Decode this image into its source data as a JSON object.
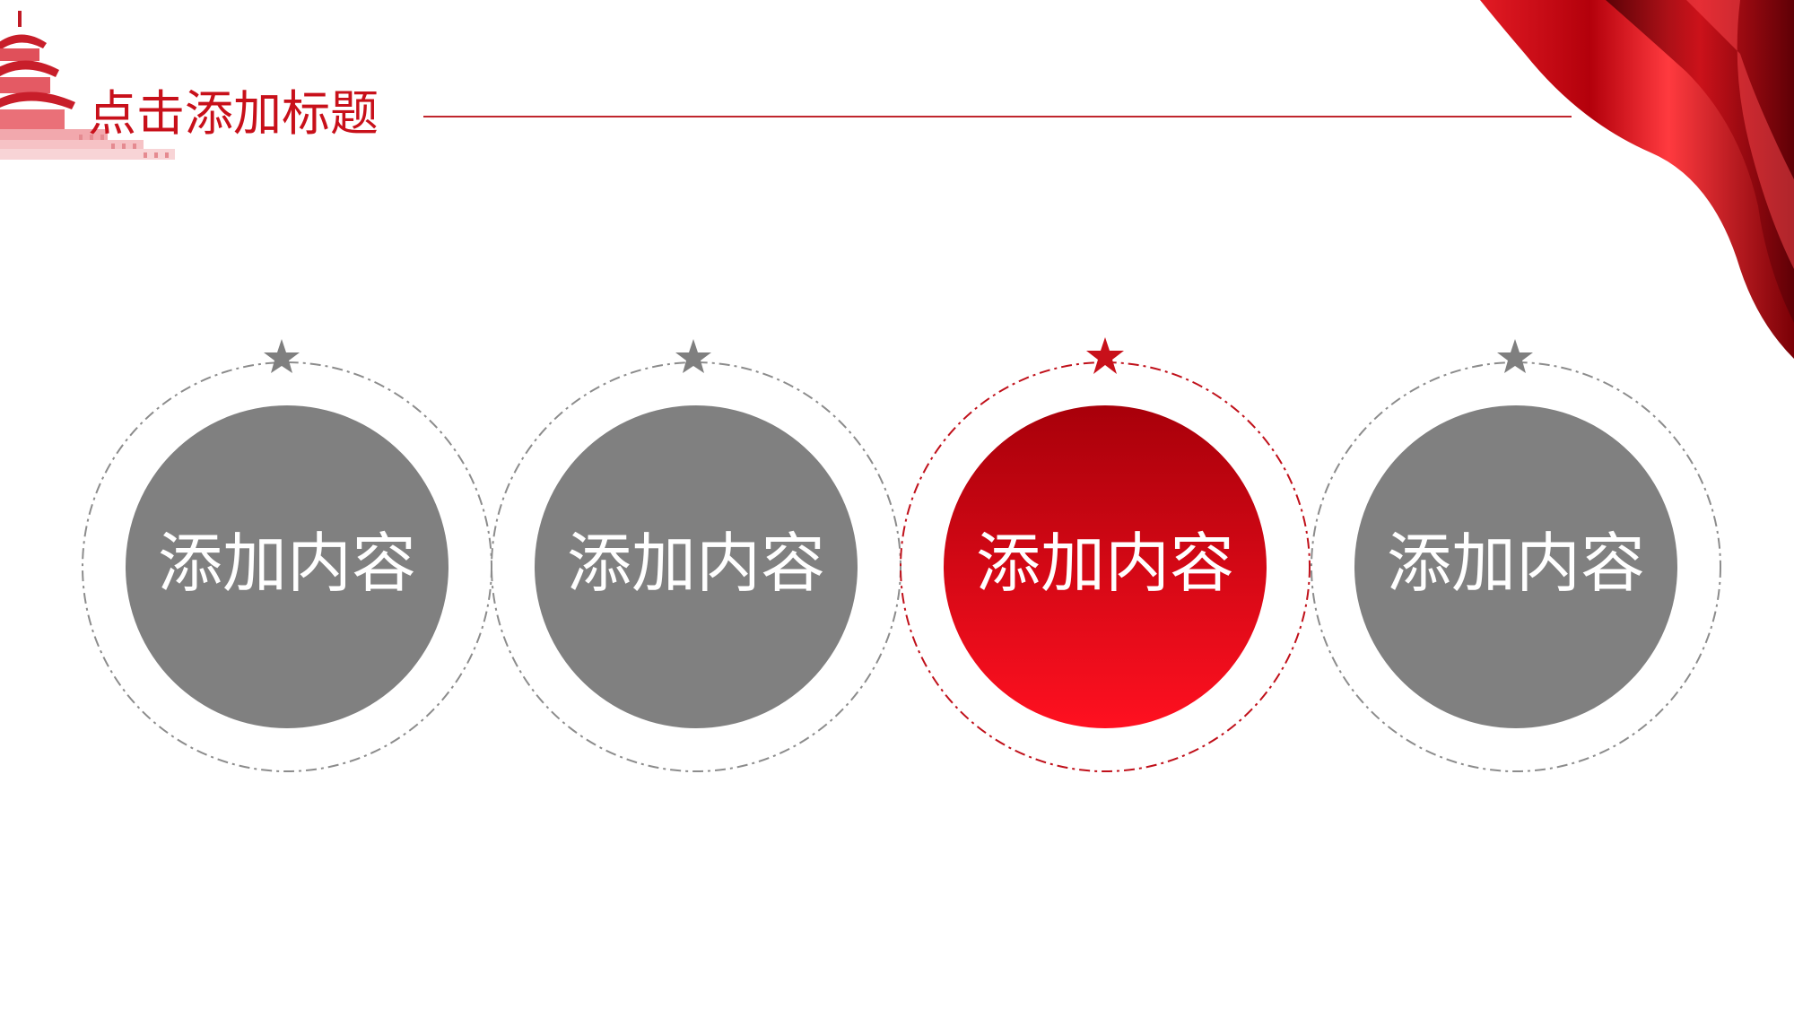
{
  "slide": {
    "title": "点击添加标题",
    "accent_color": "#c8101a",
    "items": [
      {
        "label": "添加内容",
        "style": "gray"
      },
      {
        "label": "添加内容",
        "style": "gray"
      },
      {
        "label": "添加内容",
        "style": "red",
        "highlighted": true
      },
      {
        "label": "添加内容",
        "style": "gray"
      }
    ],
    "colors": {
      "gray_fill": "#808080",
      "gray_ring": "#8c8c8c",
      "red_top": "#a8000a",
      "red_bottom": "#ff1020",
      "red_ring": "#c0101a"
    },
    "decorations": [
      "temple-of-heaven-icon",
      "red-curtain",
      "star-icon"
    ]
  }
}
